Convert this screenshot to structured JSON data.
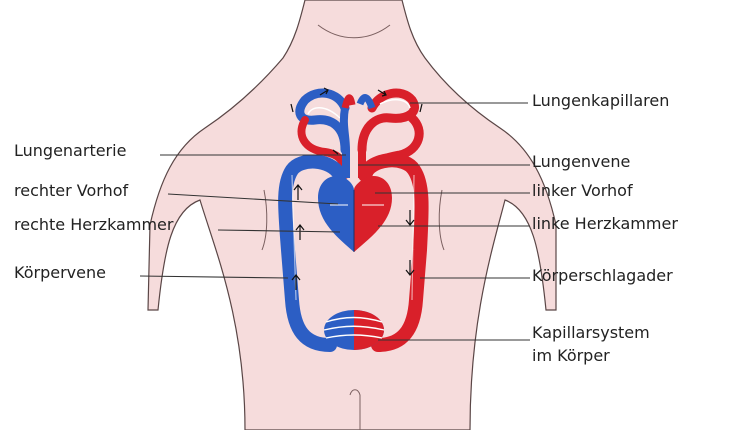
{
  "colors": {
    "skin": "#f6dcdc",
    "skin_outline": "#5a4646",
    "artery": "#d9202a",
    "vein": "#2c5ec4",
    "leader": "#333333",
    "text": "#222222"
  },
  "labels": {
    "left": {
      "pulmonary_artery": "Lungenarterie",
      "right_atrium": "rechter Vorhof",
      "right_ventricle": "rechte Herzkammer",
      "systemic_vein": "Körpervene"
    },
    "right": {
      "lung_capillaries": "Lungenkapillaren",
      "pulmonary_vein": "Lungenvene",
      "left_atrium": "linker Vorhof",
      "left_ventricle": "linke Herzkammer",
      "aorta": "Körperschlagader",
      "body_capillaries_line1": "Kapillarsystem",
      "body_capillaries_line2": "im Körper"
    }
  }
}
